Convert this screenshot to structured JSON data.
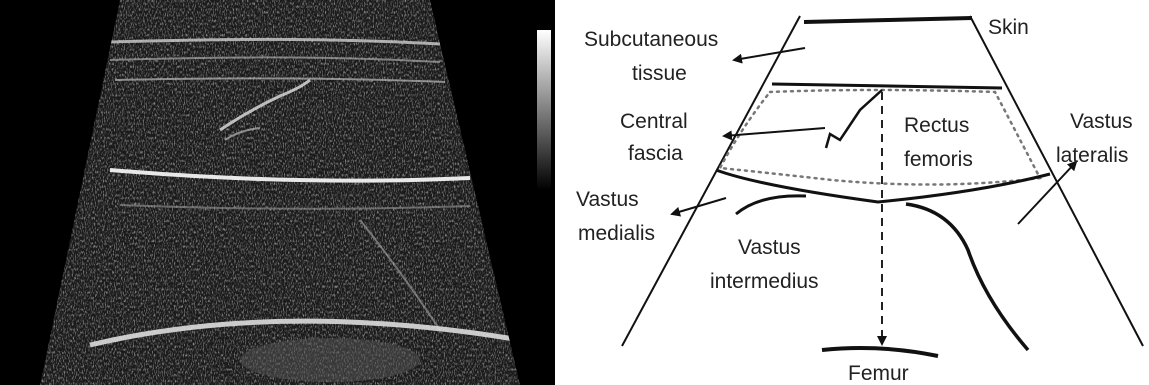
{
  "figure": {
    "panels": [
      "ultrasound-image",
      "schematic-diagram"
    ]
  },
  "diagram": {
    "labels": {
      "skin": "Skin",
      "subcutaneous_1": "Subcutaneous",
      "subcutaneous_2": "tissue",
      "central_fascia_1": "Central",
      "central_fascia_2": "fascia",
      "rectus_femoris_1": "Rectus",
      "rectus_femoris_2": "femoris",
      "vastus_lateralis_1": "Vastus",
      "vastus_lateralis_2": "lateralis",
      "vastus_medialis_1": "Vastus",
      "vastus_medialis_2": "medialis",
      "vastus_intermedius_1": "Vastus",
      "vastus_intermedius_2": "intermedius",
      "femur": "Femur"
    },
    "colors": {
      "line": "#111111",
      "dotted_outline": "#777777"
    }
  }
}
